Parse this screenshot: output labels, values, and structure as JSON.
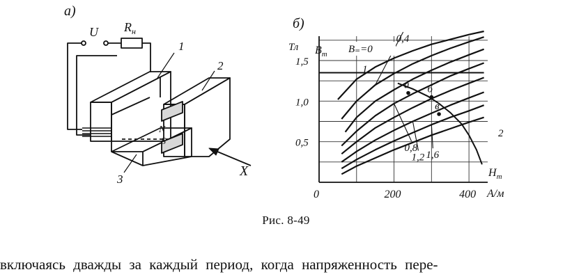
{
  "figure": {
    "left": {
      "panel_label": "а)",
      "voltage_label": "U",
      "resistor_label": "R",
      "resistor_subscript": "н",
      "part_labels": [
        "1",
        "2",
        "3"
      ],
      "pole_north": "N",
      "pole_south": "S",
      "direction_label": "X"
    },
    "right": {
      "panel_label": "б)",
      "unit_y": "Тл",
      "axis_y_symbol": "B",
      "axis_y_subscript": "m",
      "axis_x_symbol": "H",
      "axis_x_subscript": "m",
      "unit_x": "А/м",
      "param_label_zero": "B₌=0",
      "curve_label_1": "1",
      "curve_label_2": "2",
      "point_labels": [
        "а",
        "б",
        "в"
      ]
    },
    "caption": "Рис. 8-49"
  },
  "chart_data": {
    "type": "line",
    "x_ticks": [
      "0",
      "200",
      "400"
    ],
    "y_ticks": [
      "0,5",
      "1,0",
      "1,5"
    ],
    "xlim": [
      0,
      450
    ],
    "ylim": [
      0,
      1.8
    ],
    "grid": true,
    "parameter_labels": [
      "0",
      "0,4",
      "0,8",
      "1,2",
      "1,6"
    ],
    "series": [
      {
        "name": "0",
        "x": [
          50,
          100,
          150,
          200,
          250,
          300,
          350,
          400,
          440
        ],
        "y": [
          1.02,
          1.27,
          1.42,
          1.53,
          1.62,
          1.7,
          1.76,
          1.82,
          1.86
        ]
      },
      {
        "name": "0,4",
        "x": [
          60,
          100,
          150,
          200,
          250,
          300,
          350,
          400,
          440
        ],
        "y": [
          0.78,
          1.0,
          1.2,
          1.34,
          1.46,
          1.56,
          1.65,
          1.73,
          1.79
        ]
      },
      {
        "x": [
          70,
          100,
          150,
          200,
          250,
          300,
          350,
          400,
          440
        ],
        "y": [
          0.62,
          0.8,
          1.0,
          1.14,
          1.27,
          1.38,
          1.48,
          1.57,
          1.64
        ]
      },
      {
        "name": "0,8",
        "x": [
          60,
          100,
          150,
          200,
          250,
          300,
          350,
          400,
          440
        ],
        "y": [
          0.45,
          0.63,
          0.82,
          0.97,
          1.09,
          1.2,
          1.31,
          1.4,
          1.47
        ]
      },
      {
        "x": [
          60,
          100,
          150,
          200,
          250,
          300,
          350,
          400,
          440
        ],
        "y": [
          0.35,
          0.5,
          0.67,
          0.8,
          0.92,
          1.03,
          1.13,
          1.22,
          1.29
        ]
      },
      {
        "name": "1,2",
        "x": [
          60,
          100,
          150,
          200,
          250,
          300,
          350,
          400,
          440
        ],
        "y": [
          0.25,
          0.38,
          0.52,
          0.64,
          0.75,
          0.85,
          0.95,
          1.04,
          1.11
        ]
      },
      {
        "name": "1,6",
        "x": [
          60,
          100,
          150,
          200,
          250,
          300,
          350,
          400,
          440
        ],
        "y": [
          0.17,
          0.28,
          0.4,
          0.51,
          0.61,
          0.71,
          0.8,
          0.88,
          0.95
        ]
      },
      {
        "x": [
          60,
          100,
          150,
          200,
          250,
          300,
          350,
          400,
          440
        ],
        "y": [
          0.1,
          0.2,
          0.3,
          0.4,
          0.49,
          0.58,
          0.66,
          0.74,
          0.8
        ]
      }
    ],
    "lines": [
      {
        "name": "1",
        "x": [
          0,
          440
        ],
        "y": [
          1.35,
          1.35
        ]
      },
      {
        "x": [
          210,
          250,
          290,
          320,
          350,
          380,
          400,
          420,
          435
        ],
        "y": [
          1.22,
          1.15,
          1.06,
          0.97,
          0.86,
          0.72,
          0.58,
          0.4,
          0.22
        ]
      }
    ],
    "points": [
      {
        "label": "а",
        "x": 238,
        "y": 1.1
      },
      {
        "label": "б",
        "x": 300,
        "y": 1.05
      },
      {
        "label": "в",
        "x": 320,
        "y": 0.84
      }
    ]
  },
  "body_text": "включаясь дважды за каждый период, когда напряженность пере-"
}
